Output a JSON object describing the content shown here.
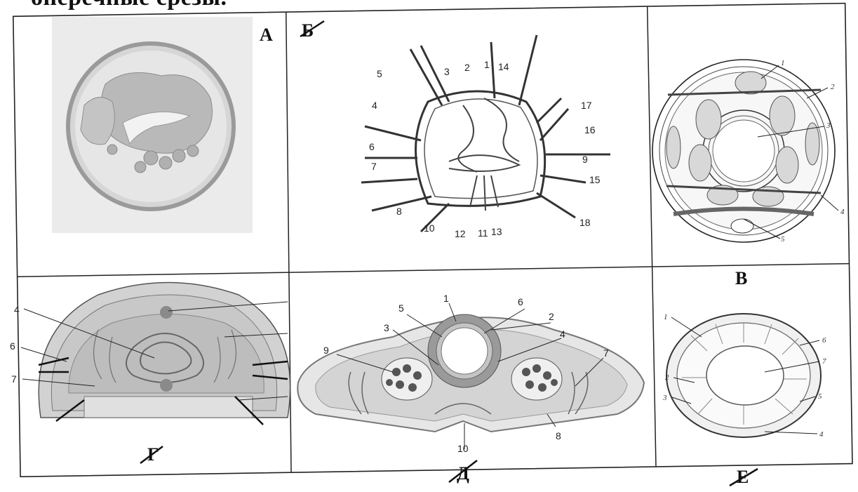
{
  "header_text": "оперечные срезы.",
  "panels": {
    "A": {
      "letter": "А"
    },
    "B": {
      "letter": "Б",
      "labels": [
        "1",
        "2",
        "3",
        "4",
        "5",
        "6",
        "7",
        "8",
        "9",
        "10",
        "11",
        "12",
        "13",
        "14",
        "15",
        "16",
        "17",
        "18"
      ]
    },
    "V": {
      "letter": "В",
      "labels": [
        "1",
        "2",
        "3",
        "4",
        "5"
      ]
    },
    "G": {
      "letter": "Г",
      "labels": [
        "4",
        "6",
        "7"
      ]
    },
    "D": {
      "letter": "Д",
      "labels": [
        "1",
        "2",
        "3",
        "4",
        "5",
        "6",
        "7",
        "8",
        "9",
        "10"
      ]
    },
    "E": {
      "letter": "Е",
      "labels": [
        "1",
        "2",
        "3",
        "4",
        "5",
        "6",
        "7"
      ]
    }
  }
}
